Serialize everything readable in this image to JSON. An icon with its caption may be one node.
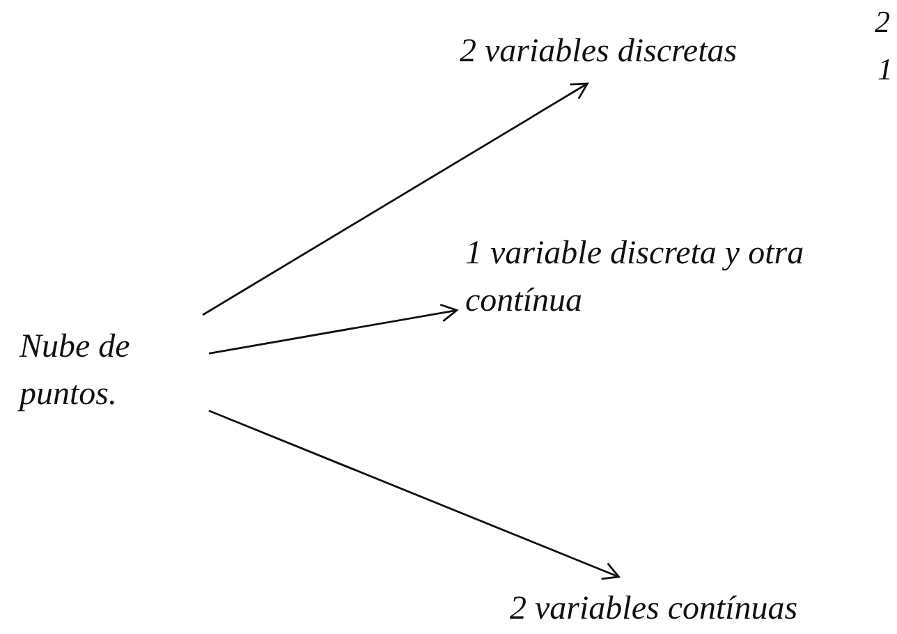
{
  "diagram": {
    "nodes": [
      {
        "text": [
          "Nube de puntos."
        ]
      },
      {
        "text": [
          "2 variables discretas"
        ]
      },
      {
        "text": [
          "1 variable discreta y otra contínua"
        ]
      },
      {
        "text": [
          "2 variables contínuas"
        ]
      }
    ],
    "edges": [
      {
        "from": 0,
        "to": 1,
        "arrow": "to"
      },
      {
        "from": 0,
        "to": 2,
        "arrow": "to"
      },
      {
        "from": 0,
        "to": 3,
        "arrow": "to"
      }
    ],
    "labels": [
      "2",
      "1"
    ]
  }
}
